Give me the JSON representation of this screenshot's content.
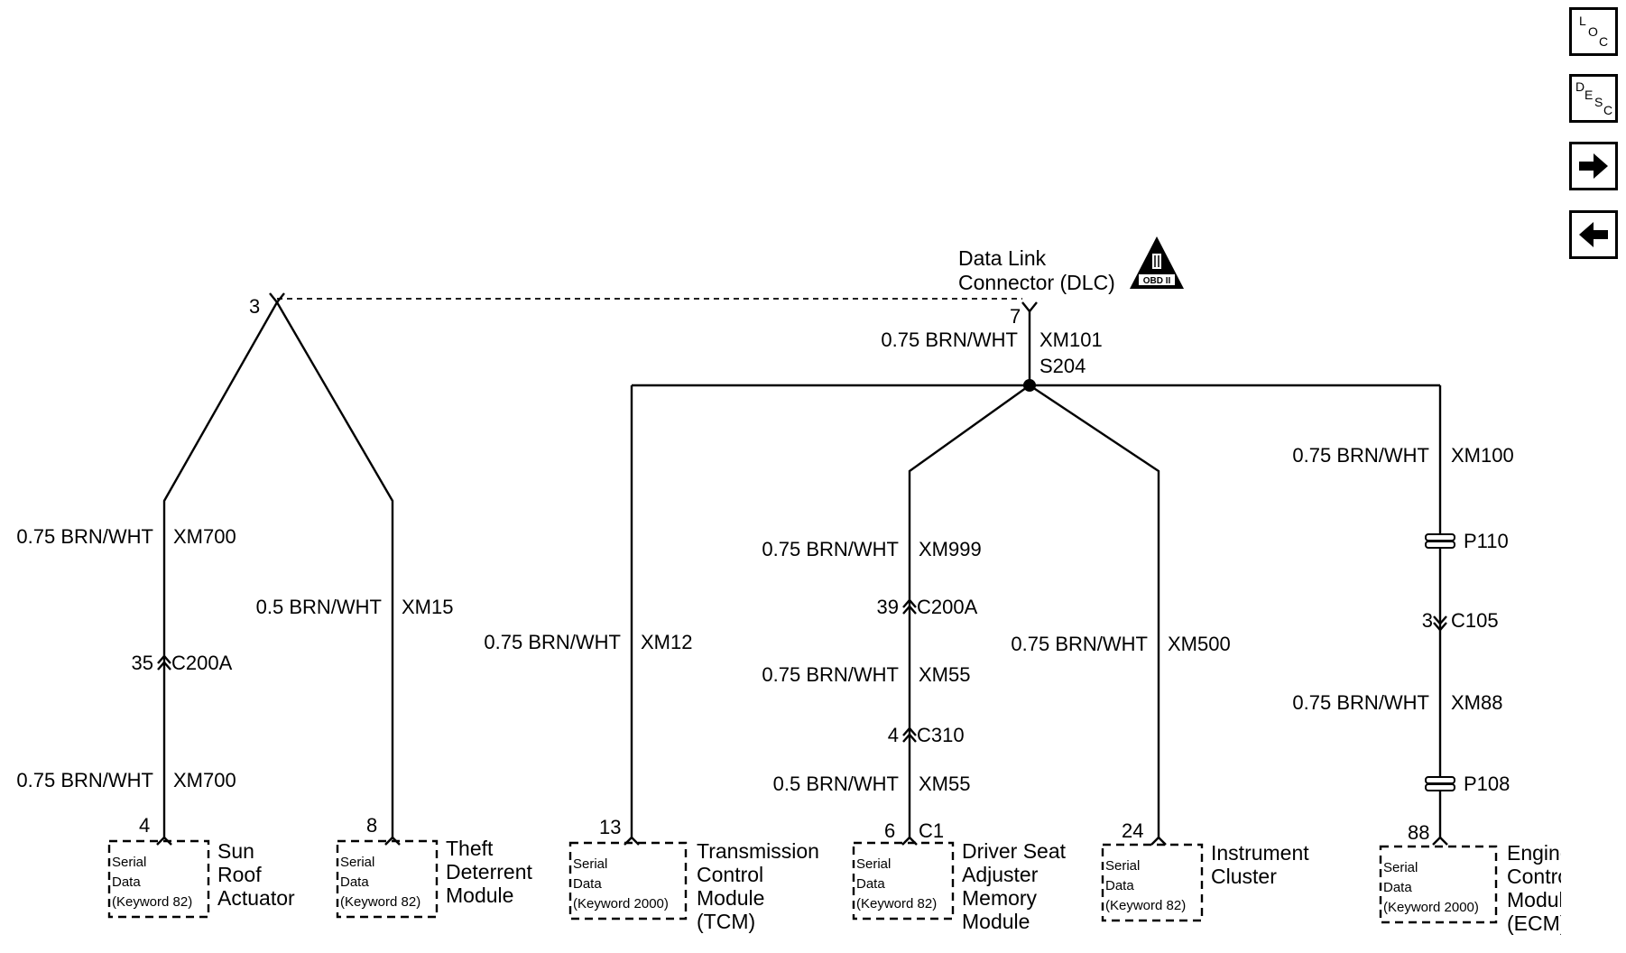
{
  "nav": {
    "loc": [
      "L",
      "O",
      "C"
    ],
    "desc": [
      "D",
      "E",
      "S",
      "C"
    ],
    "next_icon": "arrow-right-icon",
    "prev_icon": "arrow-left-icon"
  },
  "dlc": {
    "title_line1": "Data Link",
    "title_line2": "Connector (DLC)",
    "obd_badge": "OBD II",
    "warning_icon": "warning-triangle-icon",
    "pin_main": "7",
    "pin_left": "3"
  },
  "main_wire": {
    "label": "0.75 BRN/WHT",
    "circuit": "XM101",
    "splice": "S204"
  },
  "sunroof_branch": {
    "upper_label": "0.75 BRN/WHT",
    "upper_circuit": "XM700",
    "connector_pin": "35",
    "connector": "C200A",
    "lower_label": "0.75 BRN/WHT",
    "lower_circuit": "XM700",
    "terminal": "4"
  },
  "theft_branch": {
    "label": "0.5 BRN/WHT",
    "circuit": "XM15",
    "terminal": "8"
  },
  "tcm_branch": {
    "label": "0.75 BRN/WHT",
    "circuit": "XM12",
    "terminal": "13"
  },
  "seat_branch": {
    "label1": "0.75 BRN/WHT",
    "circuit1": "XM999",
    "pin1": "39",
    "conn1": "C200A",
    "label2": "0.75 BRN/WHT",
    "circuit2": "XM55",
    "pin2": "4",
    "conn2": "C310",
    "label3": "0.5 BRN/WHT",
    "circuit3": "XM55",
    "terminal": "6",
    "terminal_conn": "C1"
  },
  "cluster_branch": {
    "label": "0.75 BRN/WHT",
    "circuit": "XM500",
    "terminal": "24"
  },
  "ecm_branch": {
    "label1": "0.75 BRN/WHT",
    "circuit1": "XM100",
    "pass1": "P110",
    "pin": "3",
    "conn": "C105",
    "label2": "0.75 BRN/WHT",
    "circuit2": "XM88",
    "pass2": "P108",
    "terminal": "88"
  },
  "modules": [
    {
      "box_lines": [
        "Serial",
        "Data",
        "(Keyword 82)"
      ],
      "name_lines": [
        "Sun",
        "Roof",
        "Actuator"
      ]
    },
    {
      "box_lines": [
        "Serial",
        "Data",
        "(Keyword 82)"
      ],
      "name_lines": [
        "Theft",
        "Deterrent",
        "Module"
      ]
    },
    {
      "box_lines": [
        "Serial",
        "Data",
        "(Keyword 2000)"
      ],
      "name_lines": [
        "Transmission",
        "Control",
        "Module",
        "(TCM)"
      ]
    },
    {
      "box_lines": [
        "Serial",
        "Data",
        "(Keyword 82)"
      ],
      "name_lines": [
        "Driver Seat",
        "Adjuster",
        "Memory",
        "Module"
      ]
    },
    {
      "box_lines": [
        "Serial",
        "Data",
        "(Keyword 82)"
      ],
      "name_lines": [
        "Instrument",
        "Cluster"
      ]
    },
    {
      "box_lines": [
        "Serial",
        "Data",
        "(Keyword 2000)"
      ],
      "name_lines": [
        "Engine",
        "Control",
        "Module",
        "(ECM)"
      ]
    }
  ]
}
